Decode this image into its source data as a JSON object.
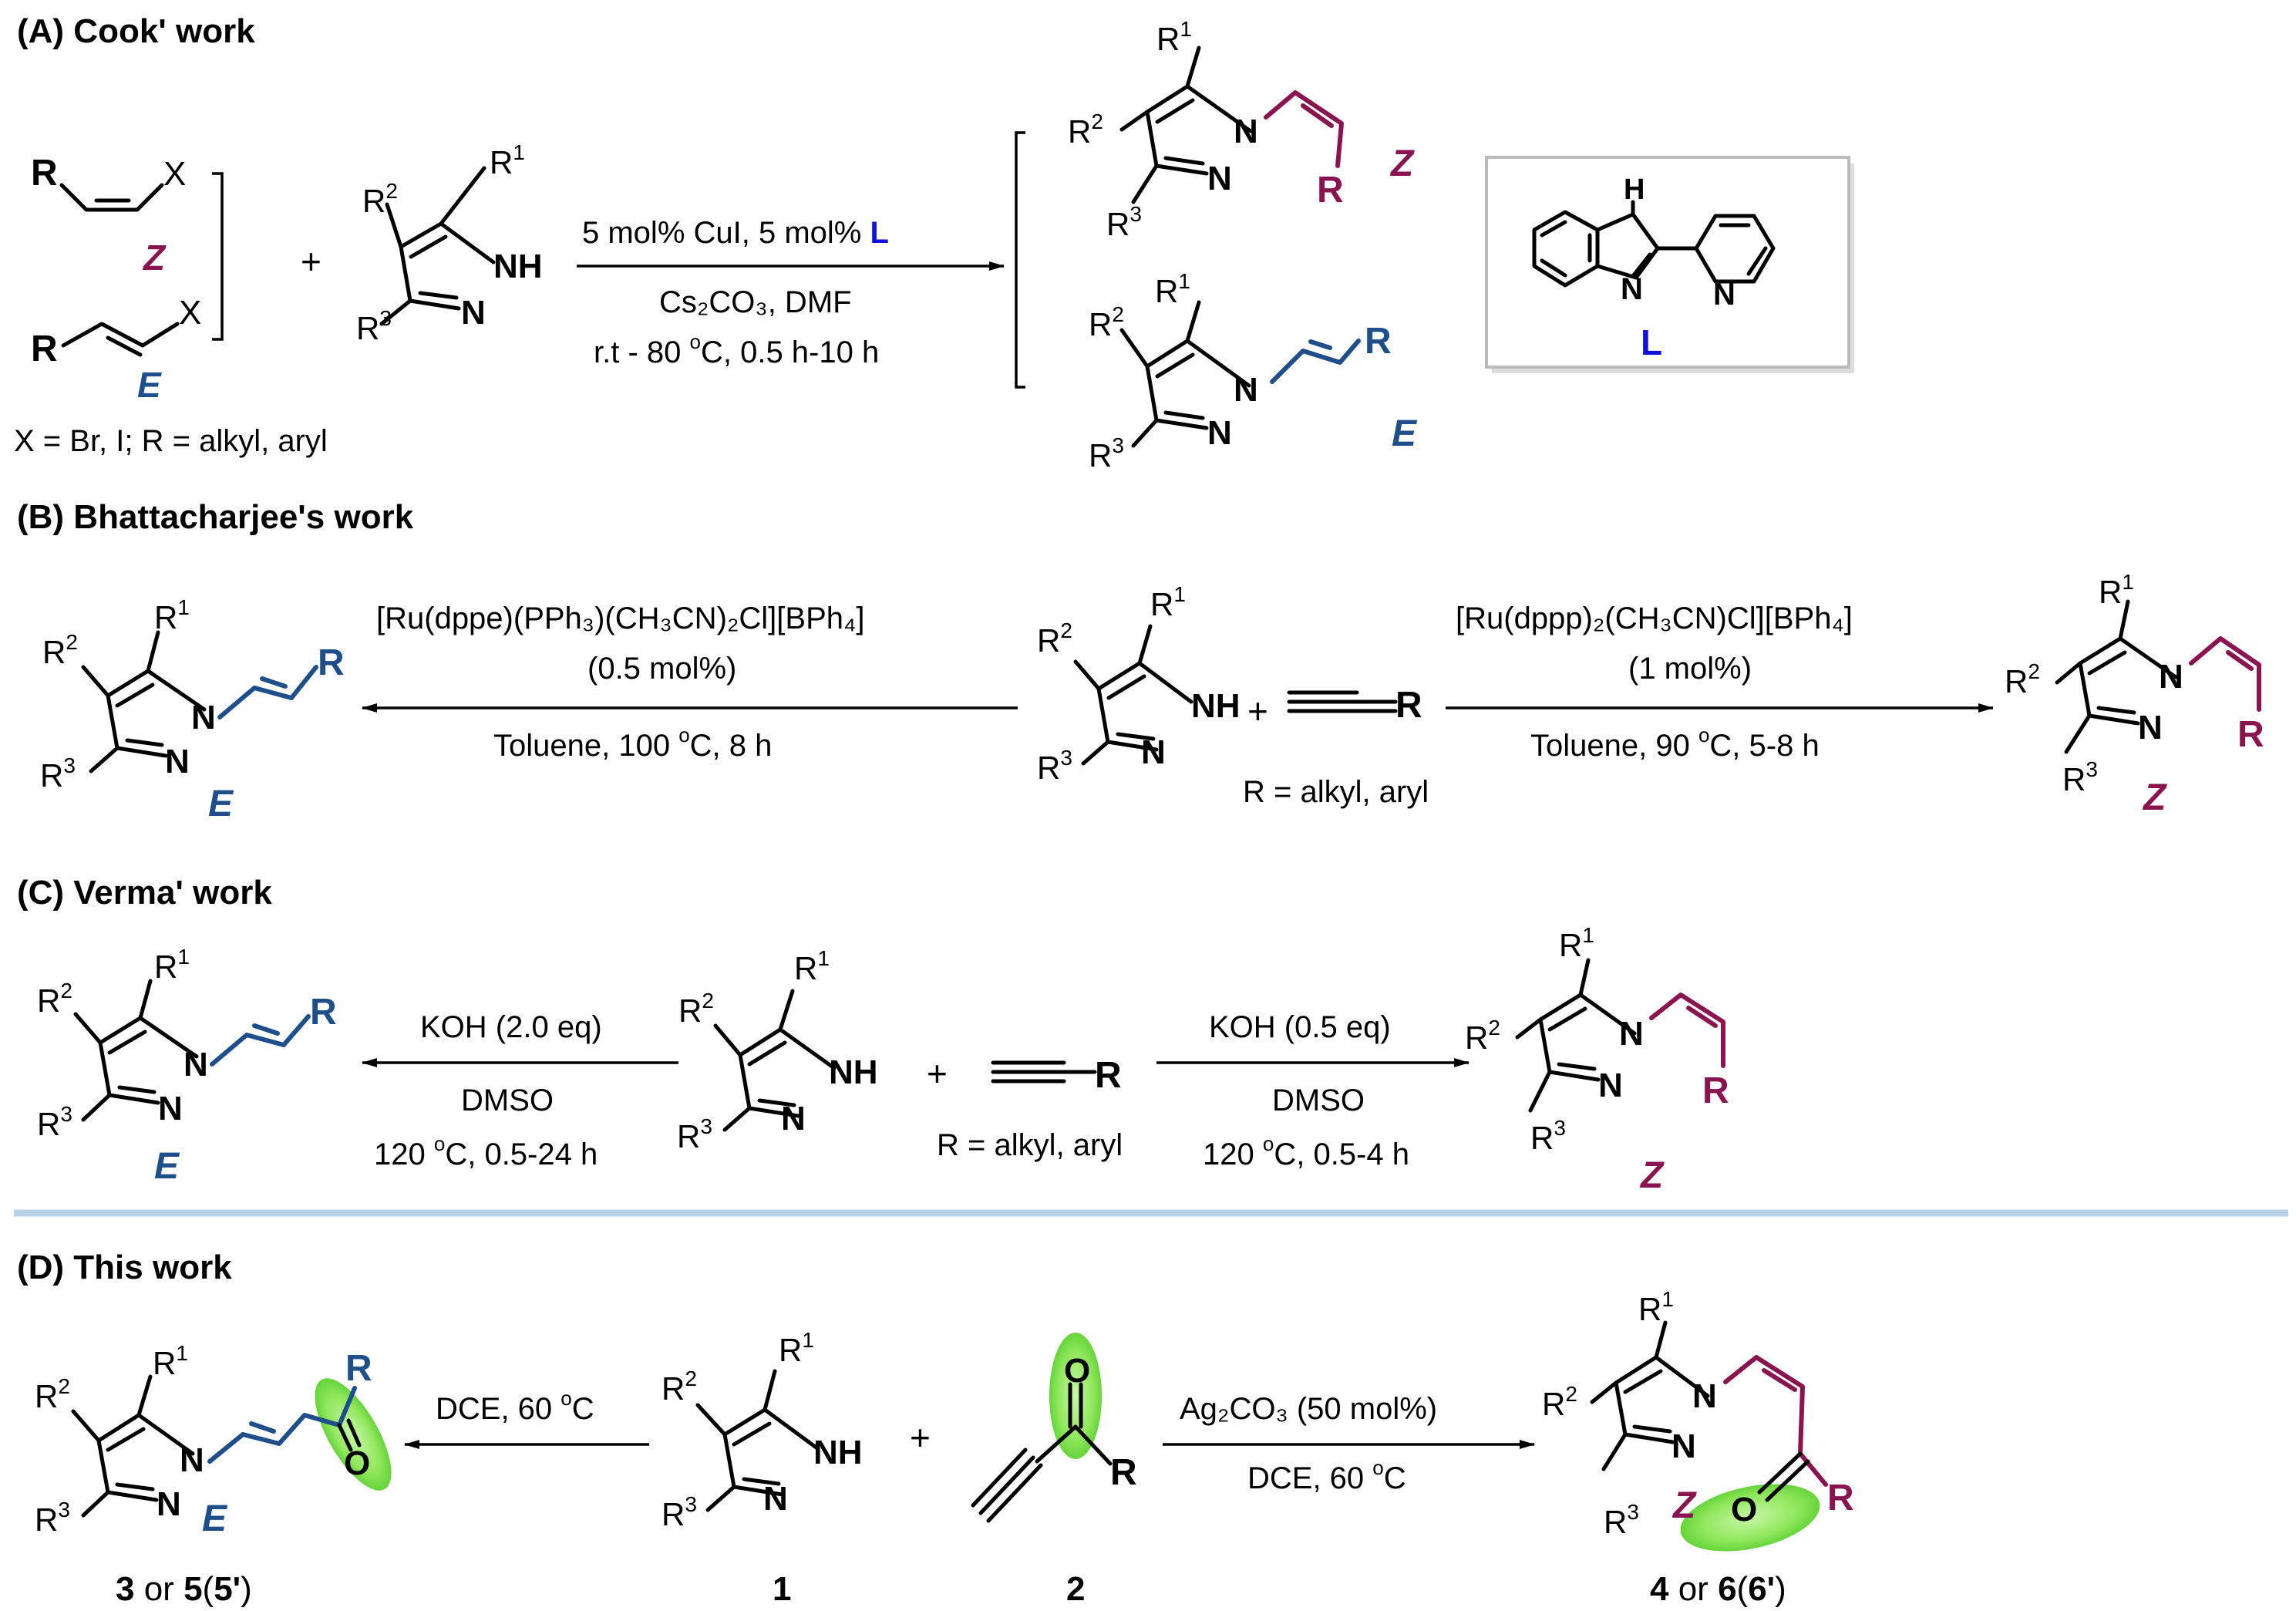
{
  "sections": {
    "A": "(A) Cook' work",
    "B": "(B)  Bhattacharjee's work",
    "C": "(C) Verma' work",
    "D": "(D) This work"
  },
  "atoms": {
    "R": "R",
    "X": "X",
    "N": "N",
    "NH": "NH",
    "H": "H",
    "O": "O",
    "one": "1",
    "two": "2",
    "three": "3",
    "L": "L"
  },
  "stereo": {
    "Z": "Z",
    "E": "E"
  },
  "A": {
    "xdef": "X = Br, I; R = alkyl, aryl",
    "plus": "+",
    "cond1_pre": "5 mol% CuI, 5 mol% ",
    "cond2": "Cs₂CO₃, DMF",
    "cond3_pre": "r.t - 80 ",
    "cond3_sup": "o",
    "cond3_post": "C, 0.5 h-10 h"
  },
  "B": {
    "left1": "[Ru(dppe)(PPh₃)(CH₃CN)₂Cl][BPh₄]",
    "left2": "(0.5 mol%)",
    "left3_pre": "Toluene,  100 ",
    "left3_sup": "o",
    "left3_post": "C, 8 h",
    "right1": "[Ru(dppp)₂(CH₃CN)Cl][BPh₄]",
    "right2": "(1 mol%)",
    "right3_pre": "Toluene,  90 ",
    "right3_sup": "o",
    "right3_post": "C, 5-8 h",
    "plus": "+",
    "rdef": "R = alkyl, aryl"
  },
  "C": {
    "left1": "KOH (2.0 eq)",
    "left2": "DMSO",
    "left3_pre": "120 ",
    "left3_sup": "o",
    "left3_post": "C, 0.5-24 h",
    "right1": "KOH (0.5 eq)",
    "right2": "DMSO",
    "right3_pre": "120 ",
    "right3_sup": "o",
    "right3_post": "C, 0.5-4 h",
    "plus": "+",
    "rdef": "R = alkyl, aryl"
  },
  "D": {
    "left_pre": "DCE, 60 ",
    "left_sup": "o",
    "left_post": "C",
    "right1": "Ag₂CO₃ (50 mol%)",
    "right2_pre": "DCE, 60 ",
    "right2_sup": "o",
    "right2_post": "C",
    "plus": "+",
    "lab_left_b1": "3",
    "lab_left_mid": " or ",
    "lab_left_b2": "5",
    "lab_left_p1": "(",
    "lab_left_b3": "5'",
    "lab_left_p2": ")",
    "lab_1": "1",
    "lab_2": "2",
    "lab_right_b1": "4",
    "lab_right_mid": " or ",
    "lab_right_b2": "6",
    "lab_right_p1": "(",
    "lab_right_b3": "6'",
    "lab_right_p2": ")"
  },
  "colors": {
    "blue": "#1e4f8a",
    "purple": "#8a1450",
    "ligand_blue": "#1111dd",
    "divider": "#b8d0e8",
    "highlight": "#8ee65a"
  }
}
